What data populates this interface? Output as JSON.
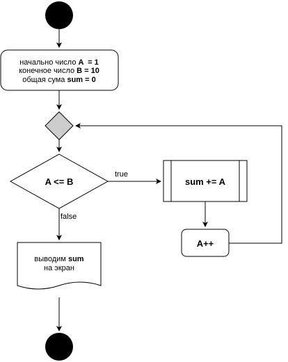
{
  "init_block": {
    "line1": {
      "prefix": "начально число ",
      "var": "A",
      "suffix": "  = 1"
    },
    "line2": {
      "prefix": "конечное число ",
      "var": "B = 10",
      "suffix": ""
    },
    "line3": {
      "prefix": "общая сума ",
      "var": "sum = 0",
      "suffix": ""
    }
  },
  "condition": {
    "text": "A <= B",
    "true_label": "true",
    "false_label": "false"
  },
  "loop_body": {
    "text": "sum += A"
  },
  "increment": {
    "text": "A++"
  },
  "output": {
    "line1": {
      "prefix": "выводим ",
      "var": "sum"
    },
    "line2": "на экран"
  },
  "colors": {
    "stroke": "#000000",
    "merge_fill": "#cccccc",
    "node_fill": "#ffffff",
    "terminal": "#000000"
  }
}
